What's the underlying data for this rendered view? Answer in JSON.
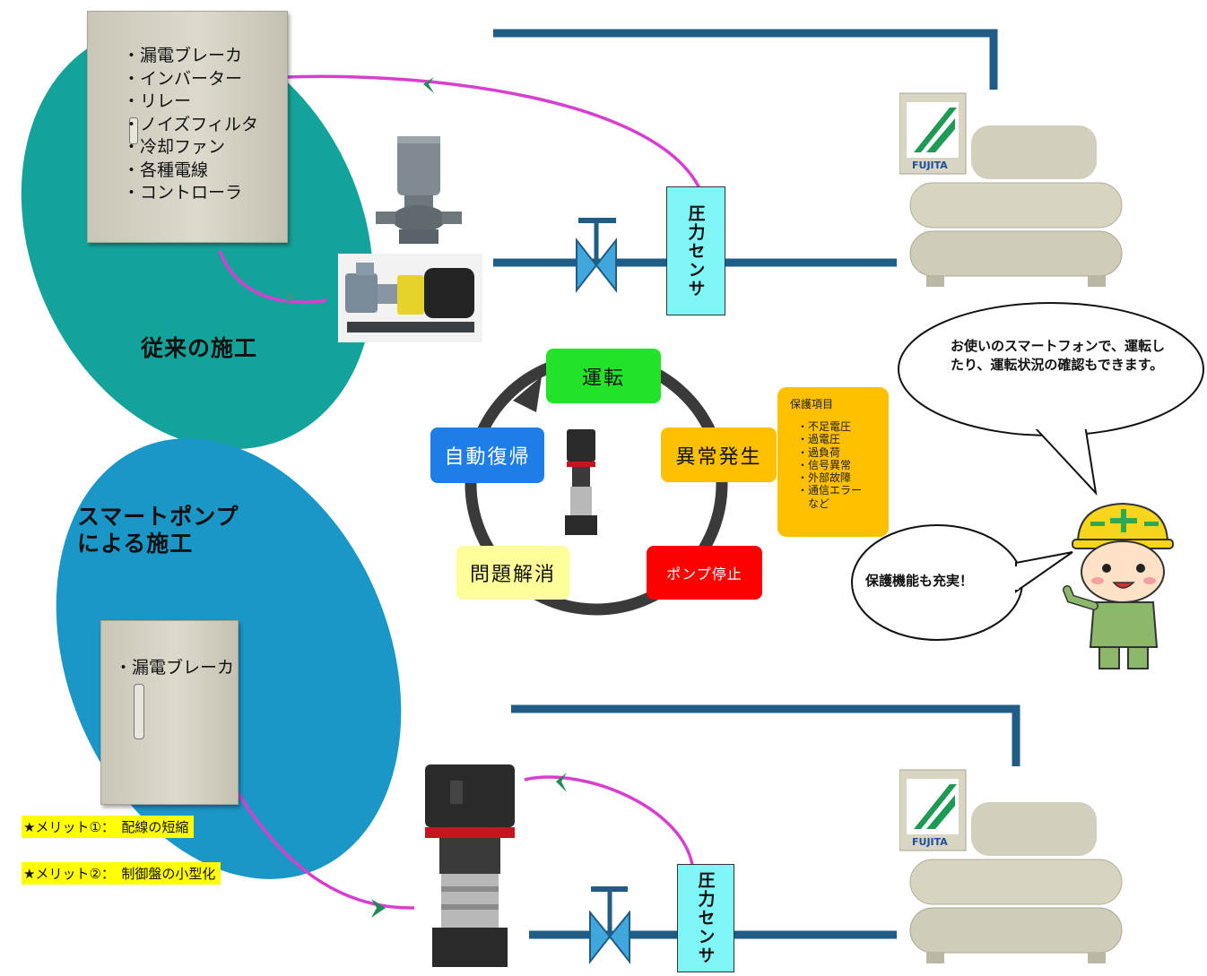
{
  "conventional": {
    "label": "従来の施工",
    "panel_items": [
      "・漏電ブレーカ",
      "・インバーター",
      "・リレー",
      "・ノイズフィルタ",
      "・冷却ファン",
      "・各種電線",
      "・コントローラ"
    ],
    "sensor_label": "圧力センサ"
  },
  "smart": {
    "label_line1": "スマートポンプ",
    "label_line2": "による施工",
    "panel_items": [
      "・漏電ブレーカ"
    ],
    "sensor_label": "圧力センサ",
    "merits": [
      "★メリット①：　配線の短縮",
      "★メリット②：　制御盤の小型化"
    ]
  },
  "cycle": {
    "run": "運転",
    "abnormal": "異常発生",
    "stop": "ポンプ停止",
    "resolved": "問題解消",
    "auto_recover": "自動復帰"
  },
  "protection": {
    "title": "保護項目",
    "items": [
      "・不足電圧",
      "・過電圧",
      "・過負荷",
      "・信号異常",
      "・外部故障",
      "・通信エラー",
      "　など"
    ]
  },
  "bubbles": {
    "smartphone": "お使いのスマートフォンで、運転したり、運転状況の確認もできます。",
    "protection": "保護機能も充実！"
  },
  "chiller_brand": "FUJITA",
  "colors": {
    "pipe": "#1f5d86",
    "ellipse_top": "#13a39a",
    "ellipse_bottom": "#1a97c6",
    "signal_line": "#d63fd0",
    "arrow": "#1f8a5a",
    "valve": "#3fa7dc",
    "sensor": "#7ff5f5",
    "run": "#22e32a",
    "abnormal": "#ffc000",
    "stop": "#ff0000",
    "resolved": "#ffff99",
    "auto_recover": "#1f7de8",
    "protection_box": "#ffc000",
    "merit_highlight": "#ffff00"
  }
}
